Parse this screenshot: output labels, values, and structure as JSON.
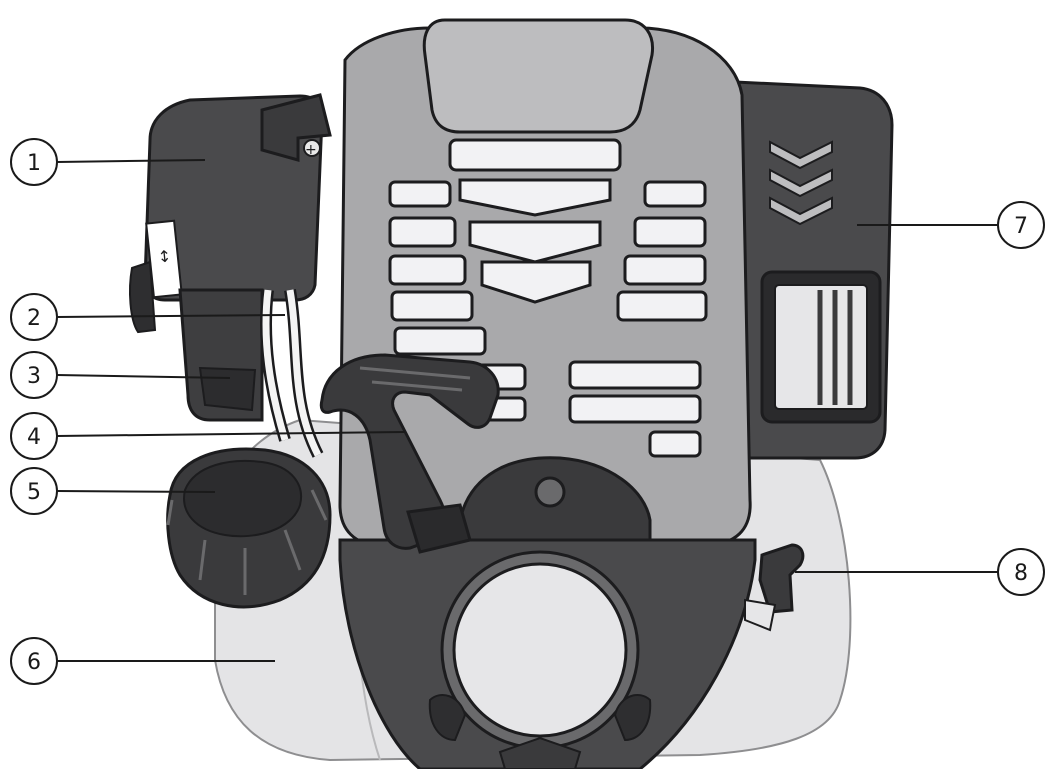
{
  "callouts": [
    {
      "number": "1"
    },
    {
      "number": "2"
    },
    {
      "number": "3"
    },
    {
      "number": "4"
    },
    {
      "number": "5"
    },
    {
      "number": "6"
    },
    {
      "number": "7"
    },
    {
      "number": "8"
    }
  ],
  "colors": {
    "housing_dark": "#4a4a4c",
    "housing_mid": "#626264",
    "cover_gray": "#a9a9ab",
    "cover_light": "#bdbdbf",
    "tank_white": "#e4e4e6",
    "outline": "#1c1c1e",
    "leader": "#1a1a1a"
  }
}
